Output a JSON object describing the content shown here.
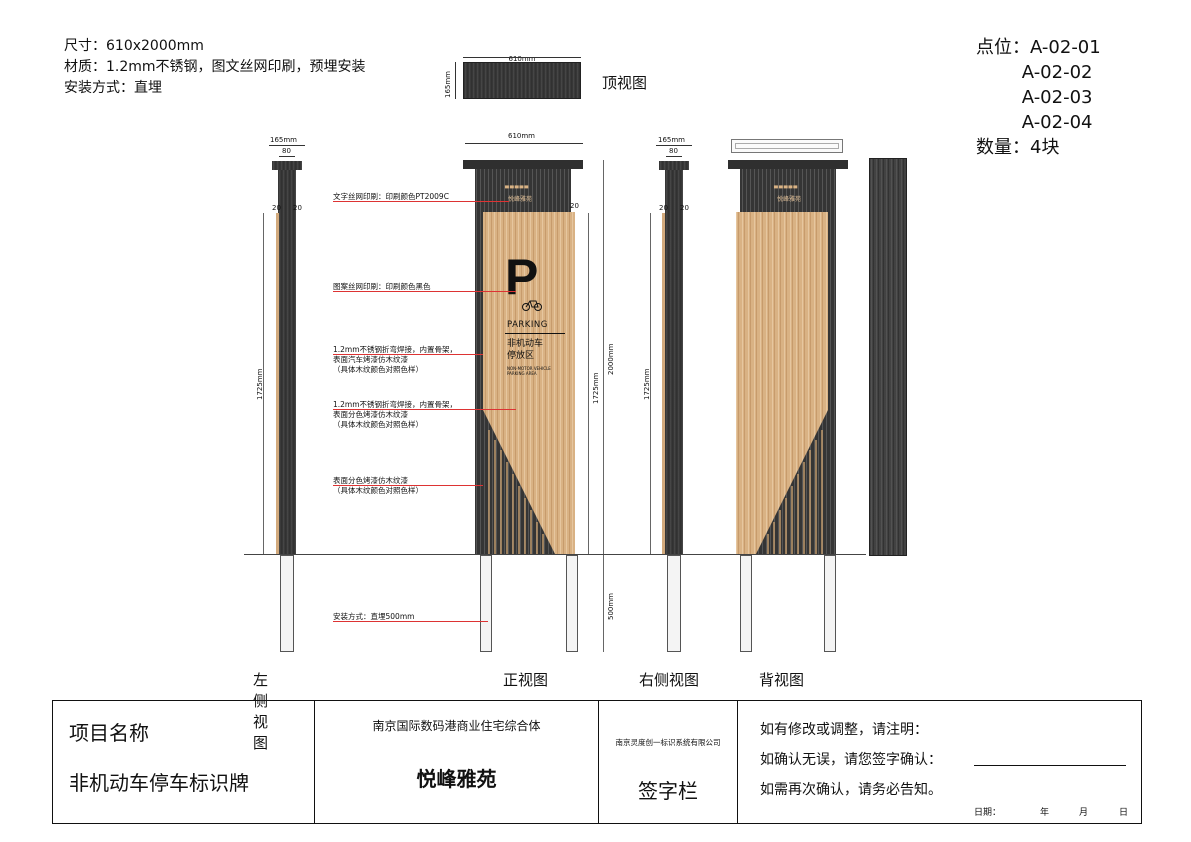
{
  "spec": {
    "size": "尺寸：610x2000mm",
    "material": "材质：1.2mm不锈钢，图文丝网印刷，预埋安装",
    "install": "安装方式：直埋"
  },
  "top_view": {
    "width_dim": "610mm",
    "depth_dim": "165mm",
    "label": "顶视图"
  },
  "points": {
    "lines": [
      "点位：A-02-01",
      "        A-02-02",
      "        A-02-03",
      "        A-02-04"
    ],
    "quantity": "数量：4块"
  },
  "dims": {
    "side_width": "165mm",
    "side_inner": "80",
    "side_left": "20",
    "side_right": "20",
    "front_width": "610mm",
    "height_1725": "1725mm",
    "height_2000": "2000mm",
    "depth_500": "500mm"
  },
  "annotations": [
    "文字丝网印刷：印刷颜色PT2009C",
    "图案丝网印刷：印刷颜色黑色",
    "1.2mm不锈钢折弯焊接，内置骨架，\n表面汽车烤漆仿木纹漆\n（具体木纹颜色对照色样）",
    "1.2mm不锈钢折弯焊接，内置骨架，\n表面分色烤漆仿木纹漆\n（具体木纹颜色对照色样）",
    "表面分色烤漆仿木纹漆\n（具体木纹颜色对照色样）",
    "安装方式：直埋500mm"
  ],
  "sign": {
    "brand_small": "悦峰雅苑",
    "letter": "P",
    "parking": "PARKING",
    "cn_line1": "非机动车",
    "cn_line2": "停放区",
    "en_line1": "NON-MOTOR VEHICLE",
    "en_line2": "PARKING AREA"
  },
  "view_labels": {
    "left": "左侧视图",
    "front": "正视图",
    "right": "右侧视图",
    "back": "背视图"
  },
  "title_block": {
    "project_label": "项目名称",
    "project_name": "非机动车停车标识牌",
    "client": "南京国际数码港商业住宅综合体",
    "site": "悦峰雅苑",
    "company": "南京灵度创一标识系统有限公司",
    "sign_box": "签字栏",
    "note1": "如有修改或调整，请注明：",
    "note2": "如确认无误，请您签字确认：",
    "note3": "如需再次确认，请务必告知。",
    "date_label": "日期：",
    "year": "年",
    "month": "月",
    "day": "日"
  }
}
